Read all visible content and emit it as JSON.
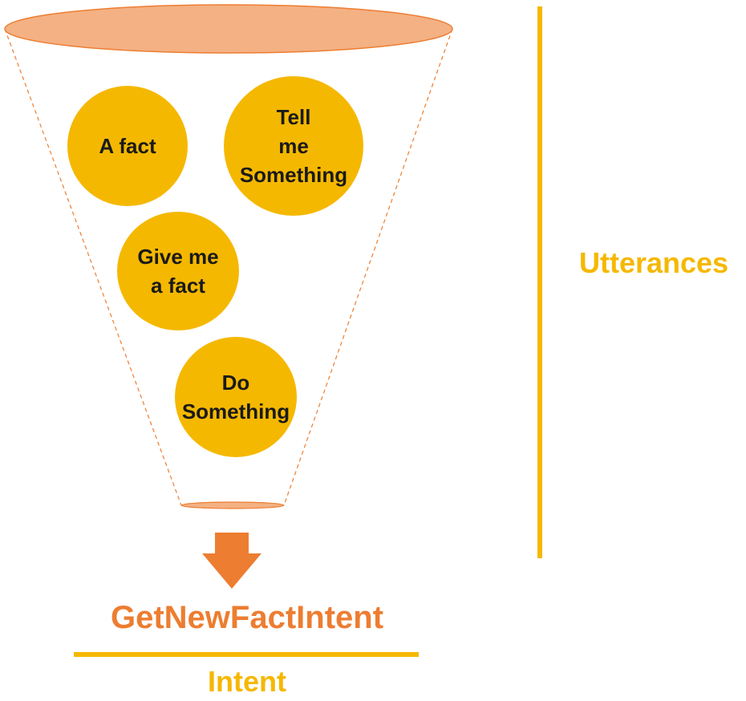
{
  "funnel": {
    "bubbles": [
      {
        "label": "A fact"
      },
      {
        "label": "Tell\nme\nSomething"
      },
      {
        "label": "Give me\na fact"
      },
      {
        "label": "Do\nSomething"
      }
    ],
    "rim_color": "#f4b183",
    "bubble_color": "#f5b800"
  },
  "utterances": {
    "label": "Utterances",
    "color": "#f5b800"
  },
  "intent": {
    "name": "GetNewFactIntent",
    "label": "Intent",
    "name_color": "#ed7d31",
    "arrow_color": "#ed7d31",
    "label_color": "#f5b800"
  }
}
